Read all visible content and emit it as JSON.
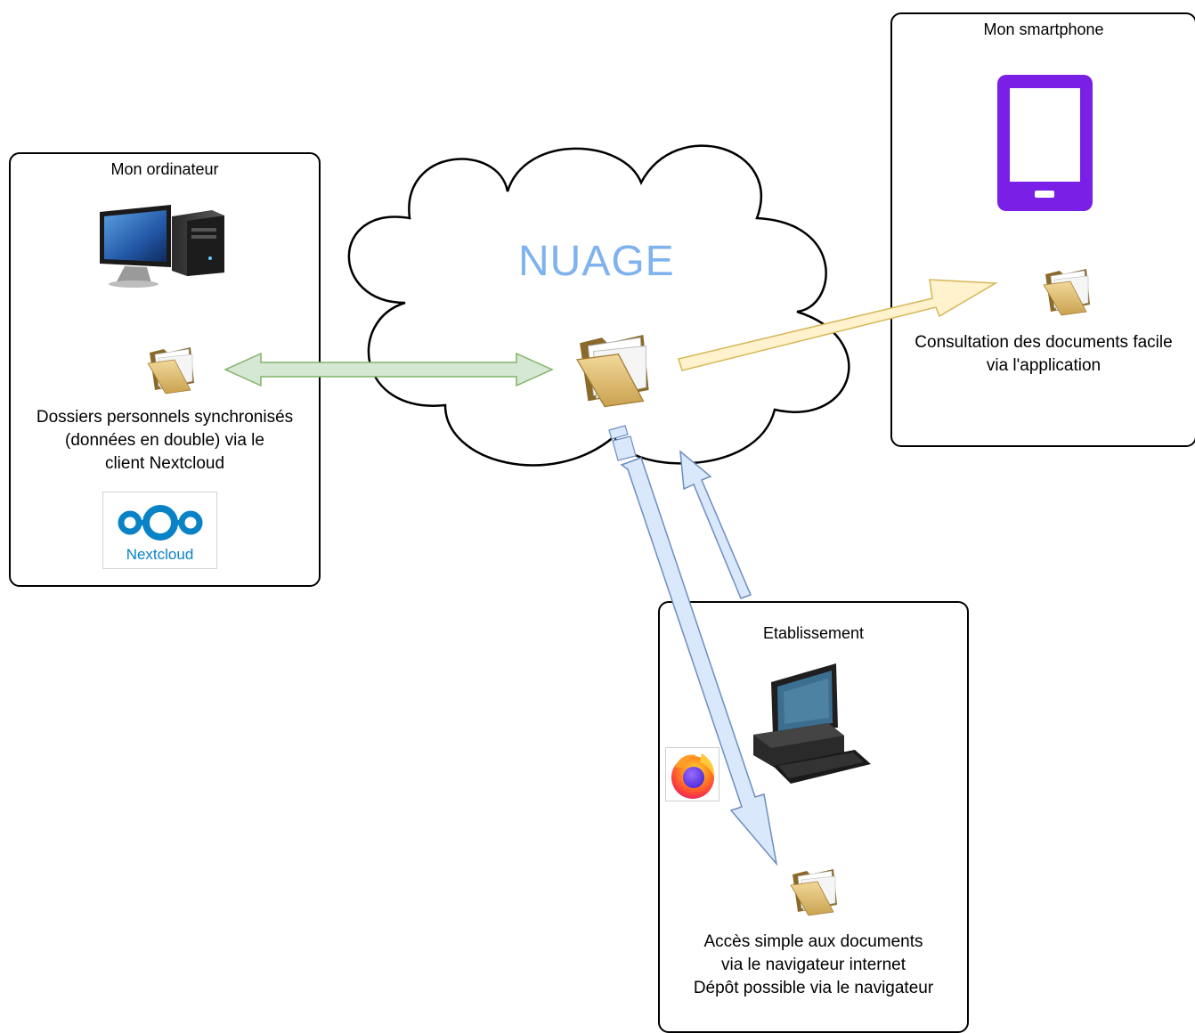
{
  "cloud": {
    "title": "NUAGE"
  },
  "computer": {
    "title": "Mon ordinateur",
    "description": "Dossiers personnels synchronisés\n(données en double) via le\nclient Nextcloud",
    "logo_text": "Nextcloud",
    "icons": [
      "desktop-computer-icon",
      "folder-icon",
      "nextcloud-logo"
    ]
  },
  "smartphone": {
    "title": "Mon smartphone",
    "description": "Consultation des documents facile\nvia l'application",
    "icons": [
      "smartphone-icon",
      "folder-icon"
    ]
  },
  "school": {
    "title": "Etablissement",
    "description": "Accès simple aux documents\nvia le navigateur internet\nDépôt possible via le navigateur",
    "icons": [
      "workstation-icon",
      "folder-icon",
      "firefox-icon"
    ]
  },
  "arrows": [
    {
      "from": "computer",
      "to": "cloud",
      "direction": "both",
      "color": "#d5e8d4"
    },
    {
      "from": "cloud",
      "to": "smartphone",
      "direction": "one-way",
      "color": "#fff2cc"
    },
    {
      "from": "cloud",
      "to": "school",
      "direction": "one-way",
      "color": "#dae8fc"
    },
    {
      "from": "school",
      "to": "cloud",
      "direction": "one-way",
      "color": "#dae8fc"
    }
  ],
  "colors": {
    "cloud_text": "#7fb2ee",
    "sync_arrow_fill": "#d5e8d4",
    "sync_arrow_stroke": "#82b366",
    "app_arrow_fill": "#fff2cc",
    "app_arrow_stroke": "#d6b656",
    "web_arrow_fill": "#dae8fc",
    "web_arrow_stroke": "#6c8ebf",
    "phone_purple": "#7a1fe6",
    "nextcloud_blue": "#0a82c6"
  }
}
